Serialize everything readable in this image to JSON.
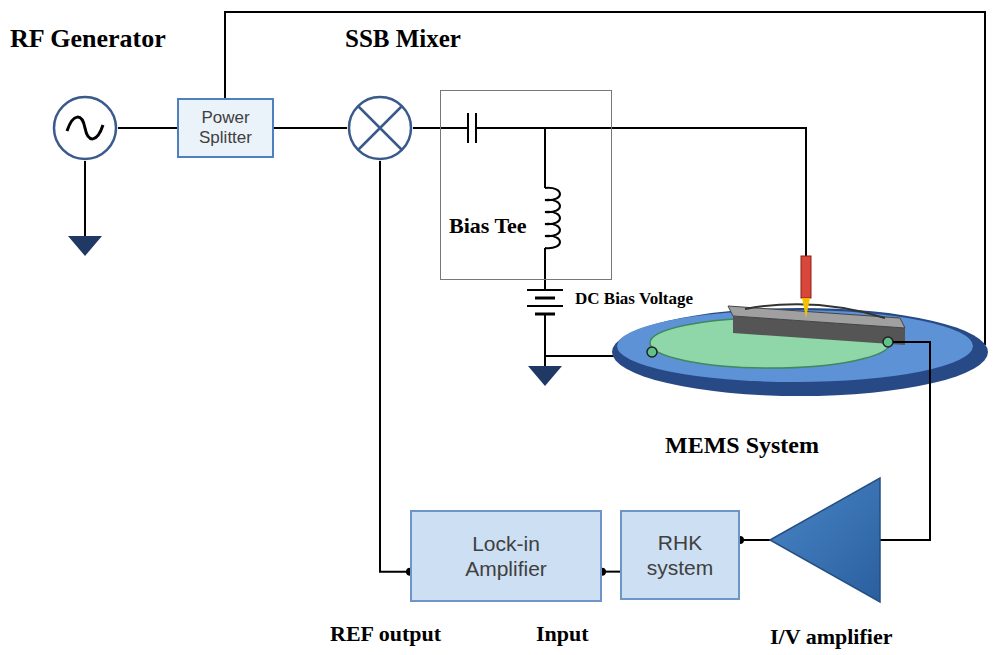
{
  "diagram": {
    "nodes": [
      {
        "text": [
          "RF Generator"
        ]
      },
      {
        "text": [
          "Power Splitter"
        ]
      },
      {
        "text": [
          "SSB Mixer"
        ]
      },
      {
        "text": [
          "Bias Tee"
        ]
      },
      {
        "text": [
          "Lock-in Amplifier"
        ]
      },
      {
        "text": [
          "RHK system"
        ]
      },
      {
        "text": [
          "I/V amplifier"
        ]
      }
    ],
    "edges": [
      {
        "from": 0,
        "to": 1,
        "arrow": "none"
      },
      {
        "from": 1,
        "to": 2,
        "arrow": "none"
      },
      {
        "from": 2,
        "to": 3,
        "arrow": "none"
      },
      {
        "from": 2,
        "to": 4,
        "arrow": "none"
      },
      {
        "from": 4,
        "to": 5,
        "arrow": "none"
      },
      {
        "from": 5,
        "to": 6,
        "arrow": "none"
      }
    ],
    "labels": [
      "DC Bias Voltage",
      "MEMS System",
      "REF output",
      "Input"
    ]
  }
}
